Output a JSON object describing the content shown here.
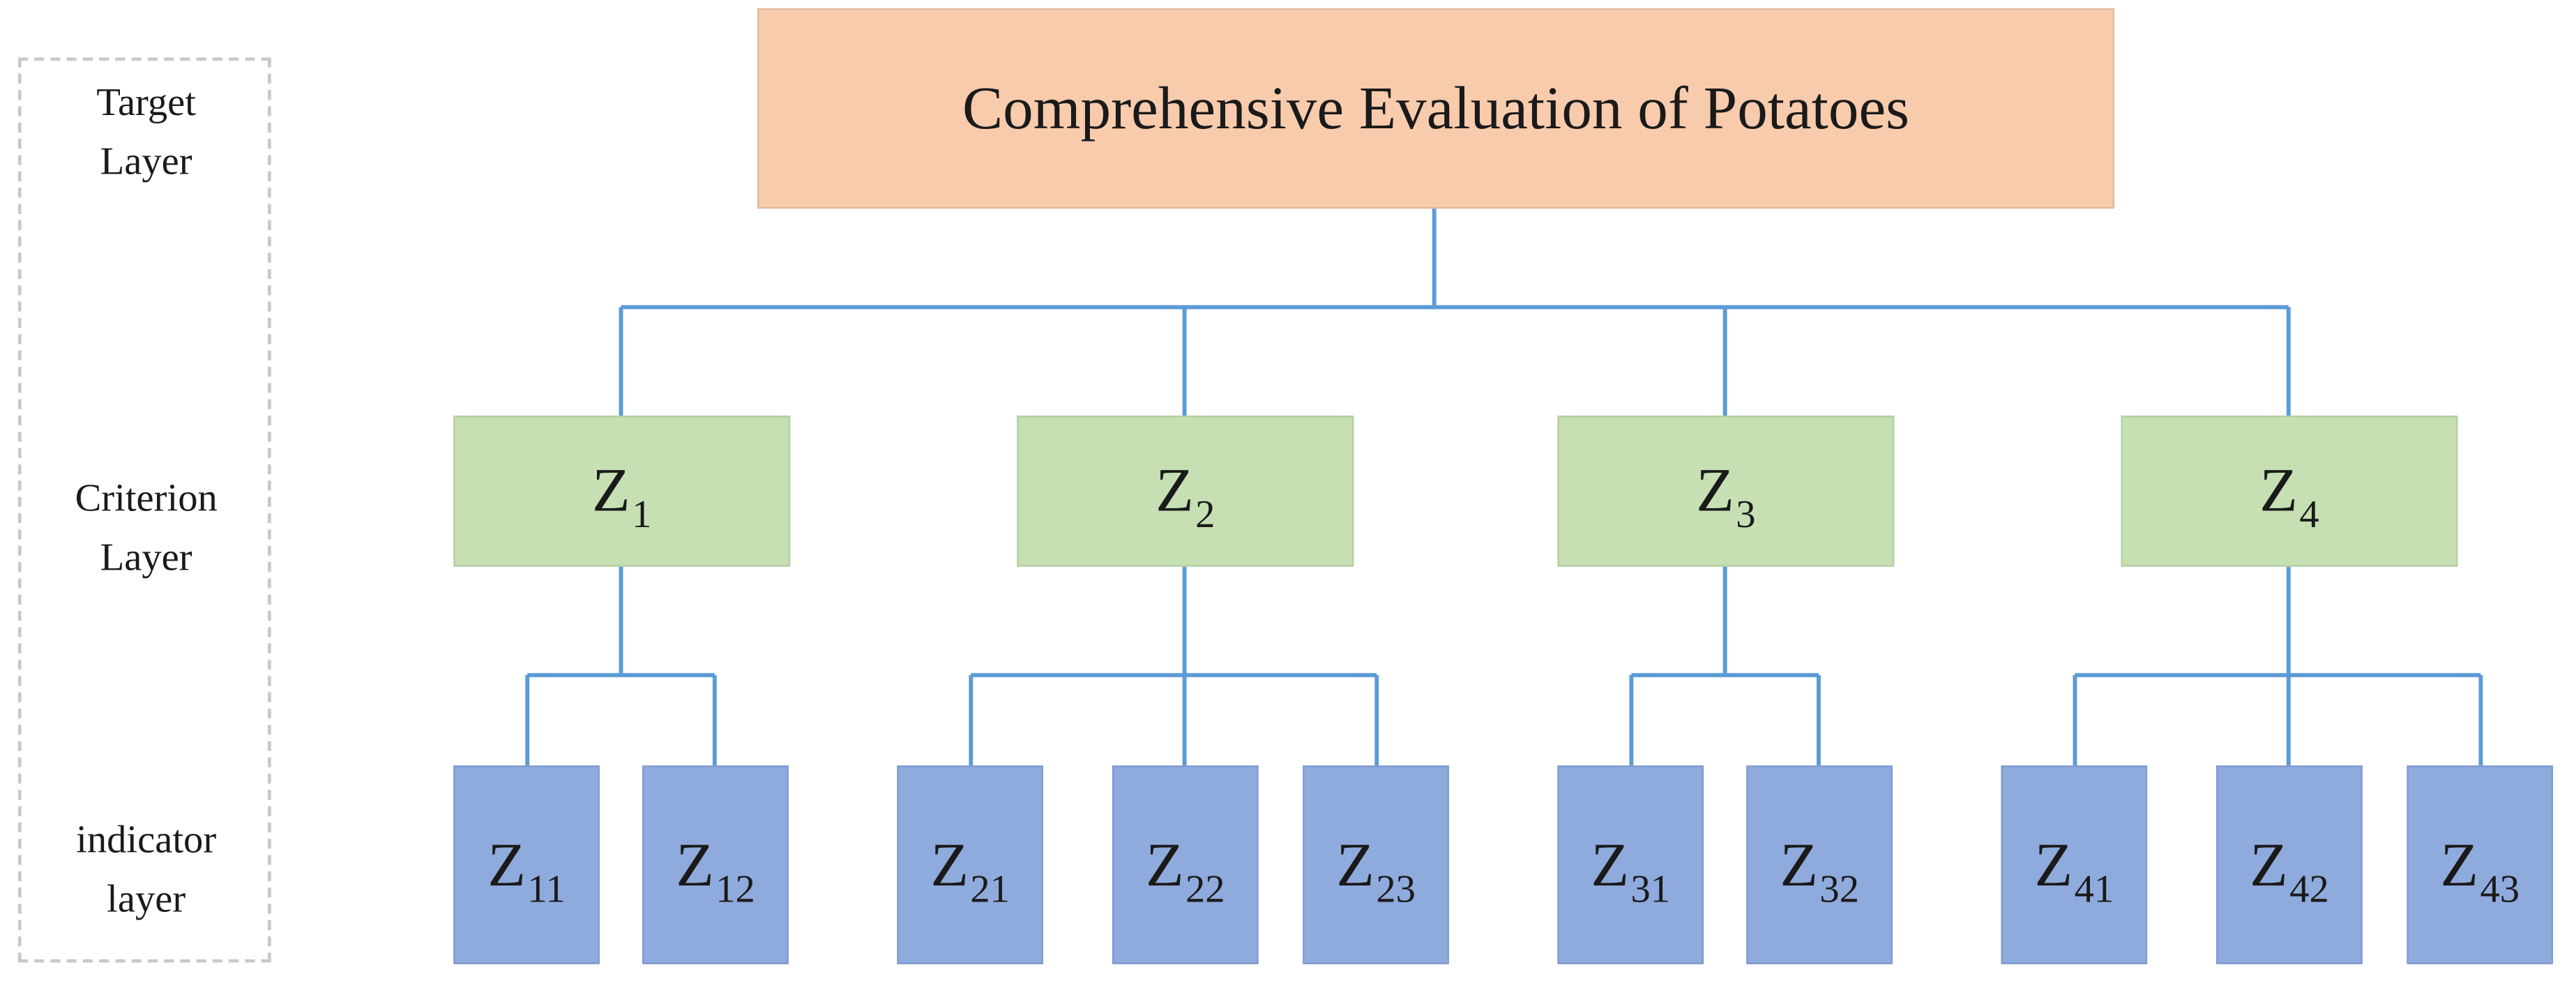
{
  "layers": [
    {
      "key": "target",
      "lines": [
        "Target",
        "Layer"
      ]
    },
    {
      "key": "criterion",
      "lines": [
        "Criterion",
        "Layer"
      ]
    },
    {
      "key": "indicator",
      "lines": [
        "indicator",
        "layer"
      ]
    }
  ],
  "target": {
    "label": "Comprehensive Evaluation of Potatoes"
  },
  "criteria": [
    {
      "symbol": "Z",
      "sub": "1",
      "indicators": [
        {
          "symbol": "Z",
          "sub": "11"
        },
        {
          "symbol": "Z",
          "sub": "12"
        }
      ]
    },
    {
      "symbol": "Z",
      "sub": "2",
      "indicators": [
        {
          "symbol": "Z",
          "sub": "21"
        },
        {
          "symbol": "Z",
          "sub": "22"
        },
        {
          "symbol": "Z",
          "sub": "23"
        }
      ]
    },
    {
      "symbol": "Z",
      "sub": "3",
      "indicators": [
        {
          "symbol": "Z",
          "sub": "31"
        },
        {
          "symbol": "Z",
          "sub": "32"
        }
      ]
    },
    {
      "symbol": "Z",
      "sub": "4",
      "indicators": [
        {
          "symbol": "Z",
          "sub": "41"
        },
        {
          "symbol": "Z",
          "sub": "42"
        },
        {
          "symbol": "Z",
          "sub": "43"
        }
      ]
    }
  ],
  "colors": {
    "target_fill": "#f8cbad",
    "criterion_fill": "#c6e0b4",
    "indicator_fill": "#8faadc",
    "connector": "#5b9bd5",
    "legend_border": "#c8c8c8"
  }
}
